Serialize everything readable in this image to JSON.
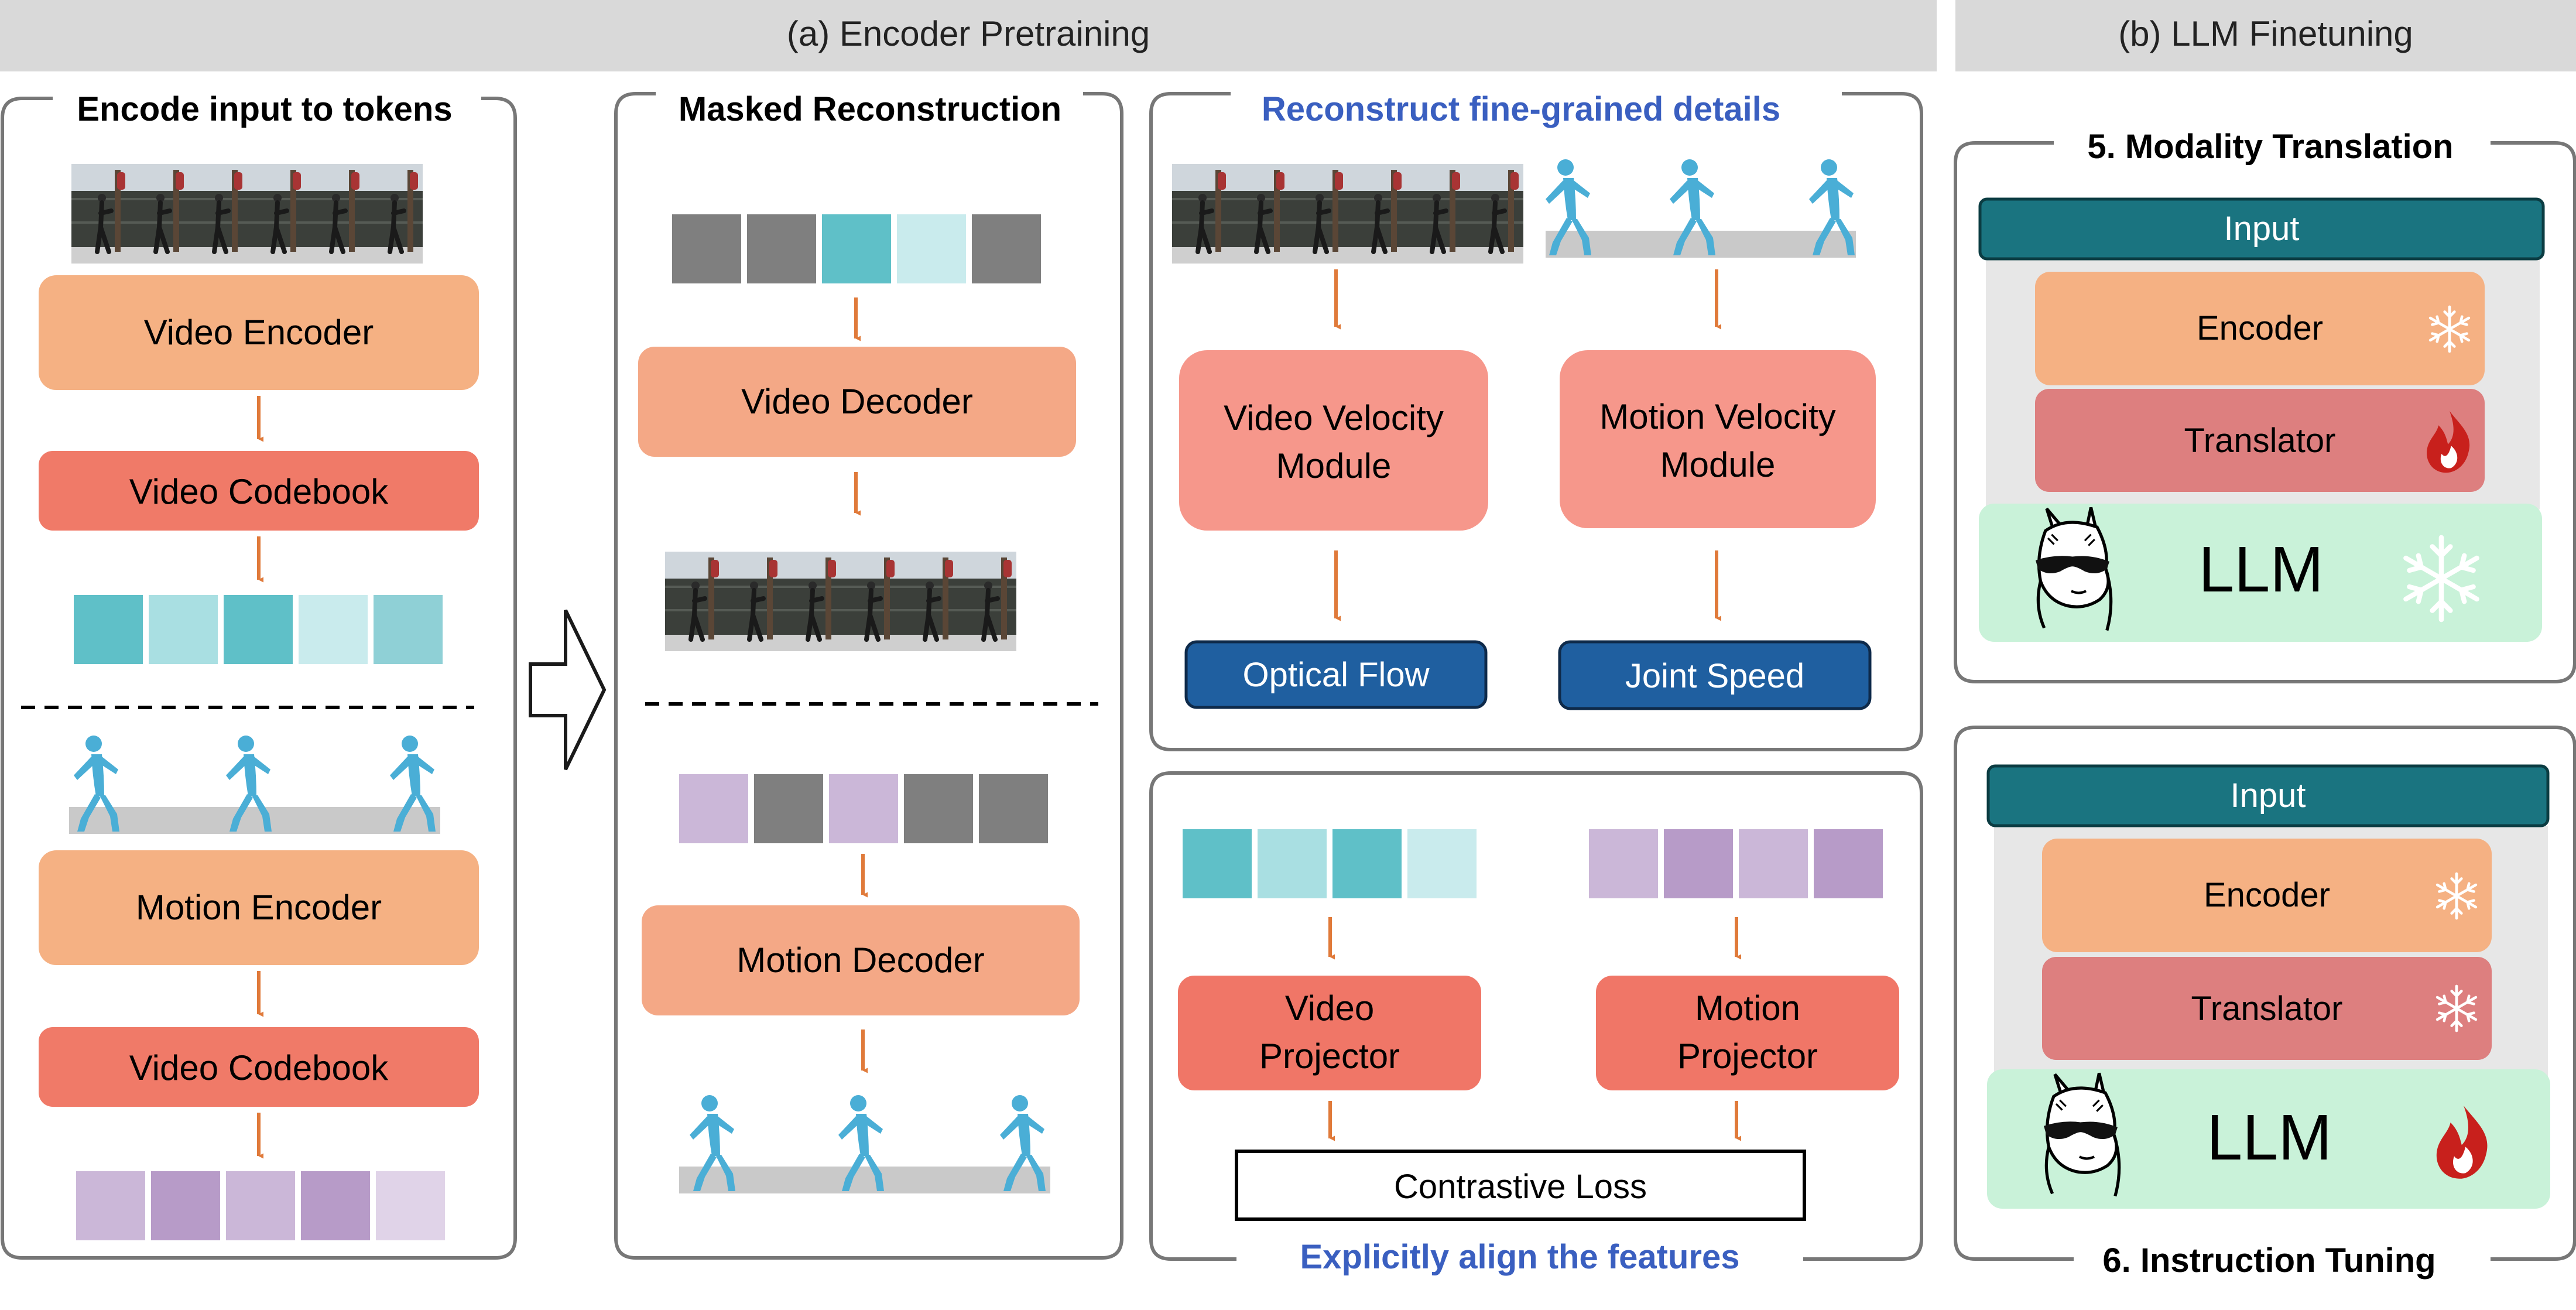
{
  "headers": {
    "encoder_pretraining": "(a) Encoder Pretraining",
    "llm_finetuning": "(b) LLM Finetuning"
  },
  "encode_panel": {
    "title": "Encode input to tokens",
    "video_encoder": "Video Encoder",
    "video_codebook": "Video Codebook",
    "motion_encoder": "Motion Encoder",
    "motion_codebook": "Video Codebook"
  },
  "masked_panel": {
    "title": "Masked Reconstruction",
    "video_decoder": "Video Decoder",
    "motion_decoder": "Motion Decoder"
  },
  "fine_panel": {
    "title": "Reconstruct fine-grained details",
    "video_velocity": [
      "Video Velocity",
      "Module"
    ],
    "motion_velocity": [
      "Motion Velocity",
      "Module"
    ],
    "optical_flow": "Optical Flow",
    "joint_speed": "Joint Speed"
  },
  "align_panel": {
    "title": "Explicitly align the features",
    "video_projector": [
      "Video",
      "Projector"
    ],
    "motion_projector": [
      "Motion",
      "Projector"
    ],
    "loss": "Contrastive Loss"
  },
  "translation_panel": {
    "title": "5. Modality Translation",
    "input": "Input",
    "encoder": "Encoder",
    "translator": "Translator",
    "llm": "LLM"
  },
  "instruction_panel": {
    "title": "6. Instruction Tuning",
    "input": "Input",
    "encoder": "Encoder",
    "translator": "Translator",
    "llm": "LLM"
  },
  "icons": {
    "frozen": "snowflake-icon",
    "trainable": "flame-icon",
    "llm_logo": "llama-icon",
    "motion": "human-pose-icon",
    "video": "video-frame-icon"
  },
  "colors": {
    "header_bg": "#d9d9d9",
    "encoder_orange": "#f5b183",
    "codebook_red": "#f07a68",
    "decoder_orange": "#f4a886",
    "velocity_pink": "#f6978b",
    "projector_red": "#f07667",
    "output_blue": "#1f5fa0",
    "input_teal": "#1a7480",
    "translator_rose": "#dd7f7f",
    "llm_green": "#c9f2d9",
    "accent_blue": "#3a5fc0",
    "arrow_orange": "#e07a3a",
    "teal_token": "#5fc0c8",
    "teal_light": "#a9dfe2",
    "teal_pale": "#c9ebed",
    "purple_token": "#b79bc8",
    "purple_light": "#cbb7d8",
    "purple_pale": "#e0d3e8",
    "gray_token": "#7f7f7f",
    "pose_blue": "#4aaed6"
  }
}
